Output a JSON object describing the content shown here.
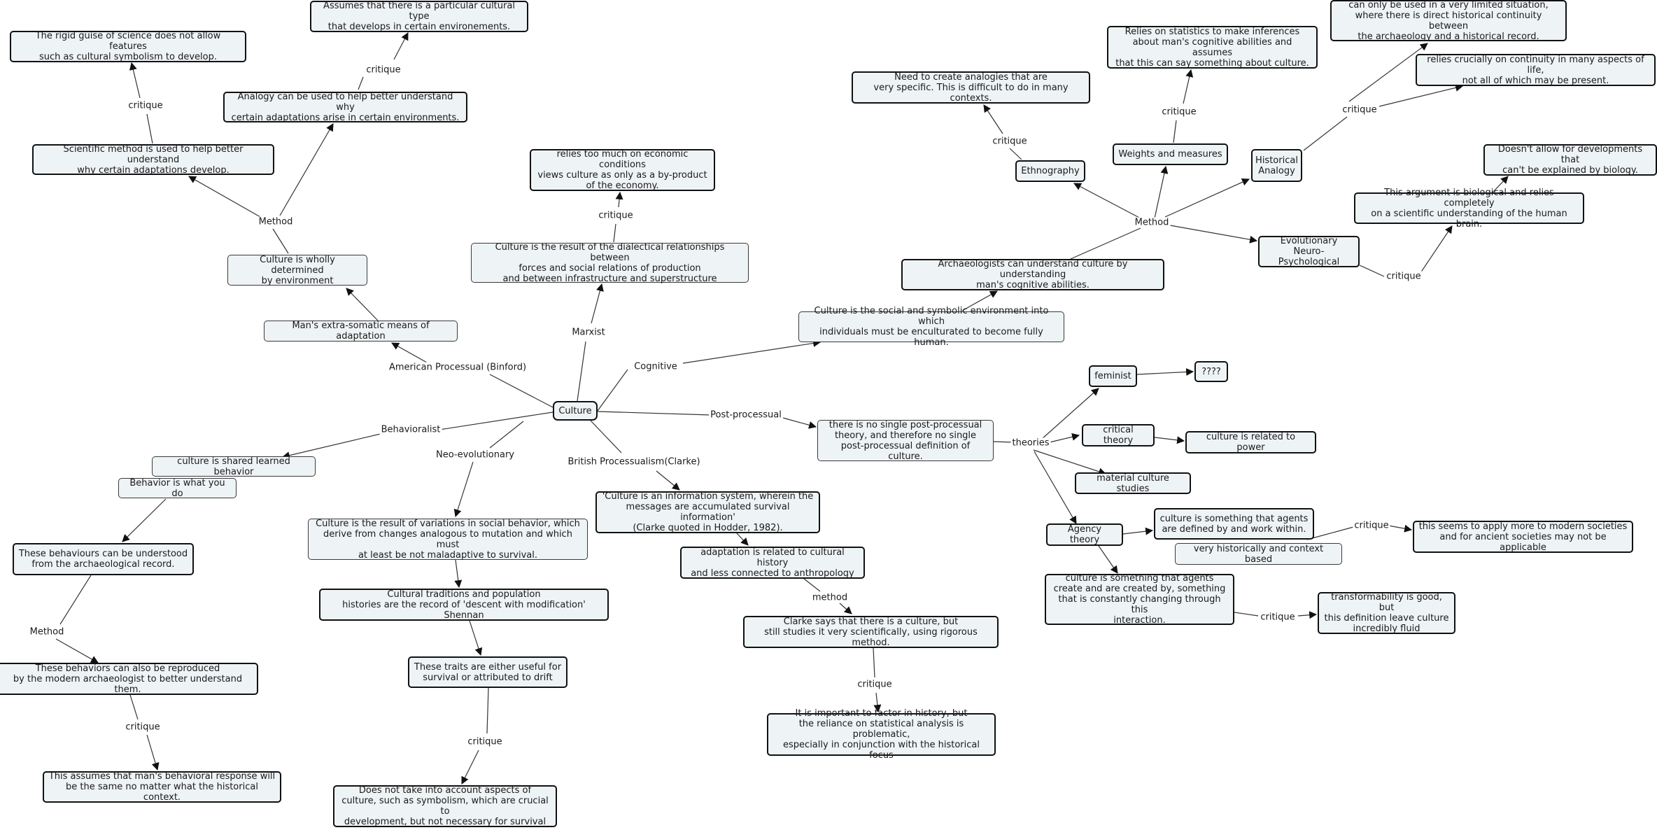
{
  "nodes": {
    "culture": "Culture",
    "extra_somatic": "Man's extra-somatic means of adaptation",
    "wholly_determined": "Culture is wholly determined\nby environment",
    "scientific_method": "Scientific method is used to help better understand\nwhy certain adaptations develop.",
    "rigid_guise": "The rigid guise of science does not allow features\nsuch as cultural symbolism to develop.",
    "analogy_adapt": "Analogy can be used to help better understand why\ncertain adaptations arise in certain environments.",
    "assumes_type": "Assumes that there is a particular cultural type\nthat develops in certain environements.",
    "dialectical": "Culture is the result of the dialectical relationships between\nforces and social relations of production\nand between infrastructure and superstructure",
    "economic": "relies too much on economic conditions\nviews culture as only as a by-product\nof the economy.",
    "social_symbolic": "Culture is the social and symbolic environment into which\nindividuals must be enculturated to become fully human.",
    "cognitive_abilities": "Archaeologists can understand culture by understanding\nman's cognitive abilities.",
    "ethnography": "Ethnography",
    "analogies_specific": "Need to create analogies that are\nvery specific. This is difficult to do in many contexts.",
    "weights_measures": "Weights and measures",
    "statistics": "Relies on statistics to make inferences\nabout man's cognitive abilities and assumes\nthat this can say something about culture.",
    "historical_analogy": "Historical\nAnalogy",
    "limited_situation": "can only be used in a very limited situation,\nwhere there is direct historical continuity between\nthe archaeology and a historical record.",
    "continuity": "relies crucially on continuity in many aspects of life,\nnot all of which may be present.",
    "evolutionary": "Evolutionary\nNeuro-Psychological",
    "biological": "This argument is biological and relies completely\non a scientific understanding of the human brain.",
    "no_developments": "Doesn't allow for developments that\ncan't be explained by biology.",
    "shared_learned": "culture is shared learned behavior",
    "behavior_do": "Behavior is what you do",
    "behaviours_understood": "These behaviours can be understood\nfrom the archaeological record.",
    "behaviors_reproduced": "These behaviors can also be reproduced\nby the modern archaeologist to better understand them.",
    "behavioral_response": "This assumes that man's behavioral response will\nbe the same no matter what the historical context.",
    "variations": "Culture is the result of variations in social behavior, which\nderive from changes analogous to mutation and which must\nat least be not maladaptive to survival.",
    "traditions": "Cultural traditions and population\nhistories are the record of 'descent with modification' Shennan",
    "traits": "These traits are either useful for\nsurvival or attributed to drift",
    "symbolism": "Does not take into account aspects of\nculture, such as symbolism, which are crucial to\ndevelopment, but not necessary for survival",
    "info_system": "'Culture is an information system, wherein the\nmessages are accumulated survival information'\n(Clarke quoted in Hodder, 1982).",
    "adaptation_history": "adaptation is related to cultural history\nand less connected to anthropology",
    "clarke_says": "Clarke says that there is a culture, but\nstill studies it very scientifically, using rigorous method.",
    "factor_history": "It is important to factor in history, but\nthe reliance on statistical analysis is problematic,\nespecially in conjunction with the historical focus",
    "no_single": "there is no single post-processual\ntheory, and therefore no single\npost-processual definition of culture.",
    "feminist": "feminist",
    "unknown": "????",
    "critical_theory": "critical theory",
    "related_power": "culture is related to power",
    "material_culture": "material culture studies",
    "agency_theory": "Agency theory",
    "agents_defined": "culture is something that agents\nare defined by and work within.",
    "context_based": "very historically and context based",
    "modern_societies": "this seems to apply more to modern societies\nand for ancient societies may not be applicable",
    "agents_create": "culture is something that agents\ncreate and are created by, something\nthat is constantly changing through this\ninteraction.",
    "transformability": "transformability is good, but\nthis definition leave culture\nincredibly fluid"
  },
  "labels": {
    "american_processual": "American Processual (Binford)",
    "method_left": "Method",
    "critique_rigid": "critique",
    "critique_assumes": "critique",
    "marxist": "Marxist",
    "critique_marx": "critique",
    "cognitive": "Cognitive",
    "method_cog": "Method",
    "critique_ethno": "critique",
    "critique_weights": "critique",
    "critique_hist": "critique",
    "critique_evo": "critique",
    "post_processual": "Post-processual",
    "theories": "theories",
    "critique_agency": "critique",
    "critique_fluid": "critique",
    "behavioralist": "Behavioralist",
    "method_beh": "Method",
    "critique_beh": "critique",
    "neo_evolutionary": "Neo-evolutionary",
    "critique_neo": "critique",
    "british": "British Processualism(Clarke)",
    "method_brit": "method",
    "critique_brit": "critique"
  }
}
